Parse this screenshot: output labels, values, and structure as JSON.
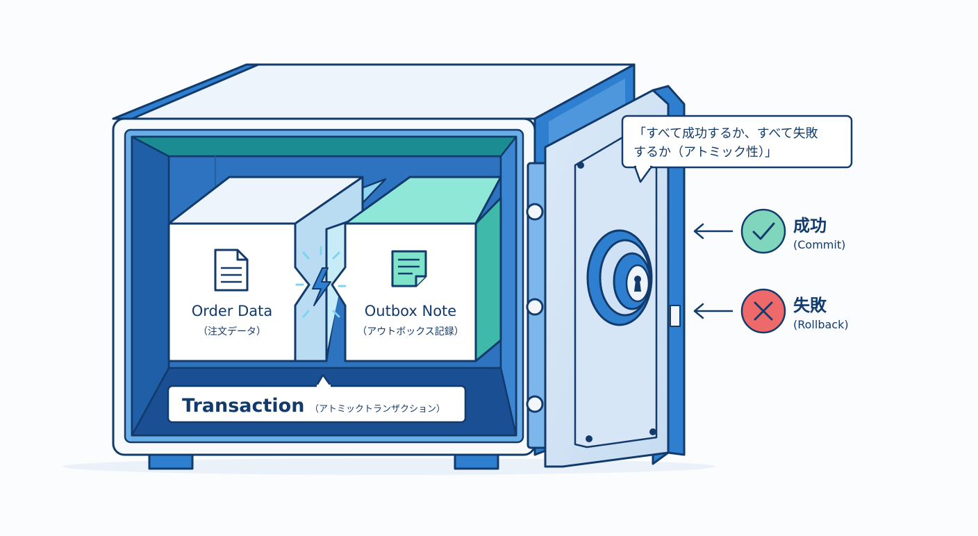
{
  "blocks": {
    "order": {
      "title": "Order Data",
      "subtitle": "（注文データ）"
    },
    "outbox": {
      "title": "Outbox Note",
      "subtitle": "（アウトボックス記録）"
    }
  },
  "transaction": {
    "title": "Transaction",
    "subtitle": "（アトミックトランザクション）"
  },
  "callout": {
    "line1": "「すべて成功するか、すべて失敗",
    "line2": "するか（アトミック性）」"
  },
  "outcomes": {
    "success": {
      "label": "成功",
      "sublabel": "(Commit)",
      "icon": "check-icon",
      "color": "#7fd6bd"
    },
    "failure": {
      "label": "失敗",
      "sublabel": "(Rollback)",
      "icon": "cross-icon",
      "color": "#ee6a6a"
    }
  },
  "colors": {
    "outline": "#123a6b",
    "safe_blue": "#2f7fd0",
    "safe_light": "#e8f1fb",
    "interior_teal": "#19a597",
    "block_mint": "#7ee3d2"
  }
}
